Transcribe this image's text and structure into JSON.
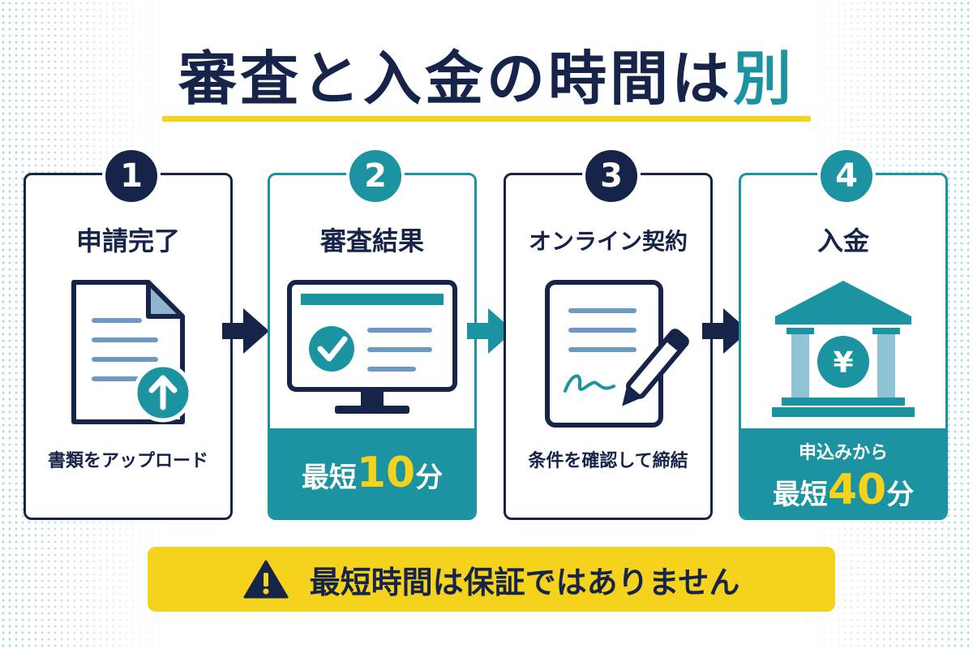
{
  "title": {
    "main": "審査と入金の時間は",
    "accent": "別"
  },
  "steps": [
    {
      "number": "1",
      "title": "申請完了",
      "description": "書類をアップロード",
      "icon": "document-upload-icon"
    },
    {
      "number": "2",
      "title": "審査結果",
      "band_prefix": "最短",
      "band_value": "10",
      "band_unit": "分",
      "icon": "monitor-check-icon"
    },
    {
      "number": "3",
      "title": "オンライン契約",
      "description": "条件を確認して締結",
      "icon": "contract-sign-icon"
    },
    {
      "number": "4",
      "title": "入金",
      "band_sub": "申込みから",
      "band_prefix": "最短",
      "band_value": "40",
      "band_unit": "分",
      "icon": "bank-yen-icon"
    }
  ],
  "warning": {
    "text": "最短時間は保証ではありません",
    "icon": "warning-icon"
  },
  "colors": {
    "navy": "#17244a",
    "teal": "#1c93a0",
    "yellow": "#f5d21c"
  }
}
